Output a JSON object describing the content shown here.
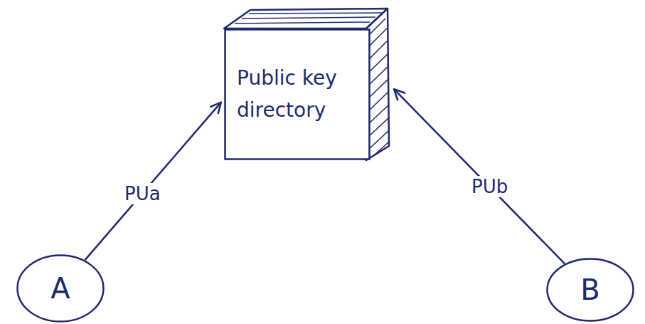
{
  "diagram": {
    "nodes": [
      {
        "text": [
          "Public key directory"
        ]
      },
      {
        "text": [
          "A"
        ]
      },
      {
        "text": [
          "B"
        ]
      }
    ],
    "edges": [
      {
        "from": 1,
        "to": 0,
        "label": "PUa",
        "arrow": "to"
      },
      {
        "from": 2,
        "to": 0,
        "label": "PUb",
        "arrow": "to"
      }
    ]
  }
}
